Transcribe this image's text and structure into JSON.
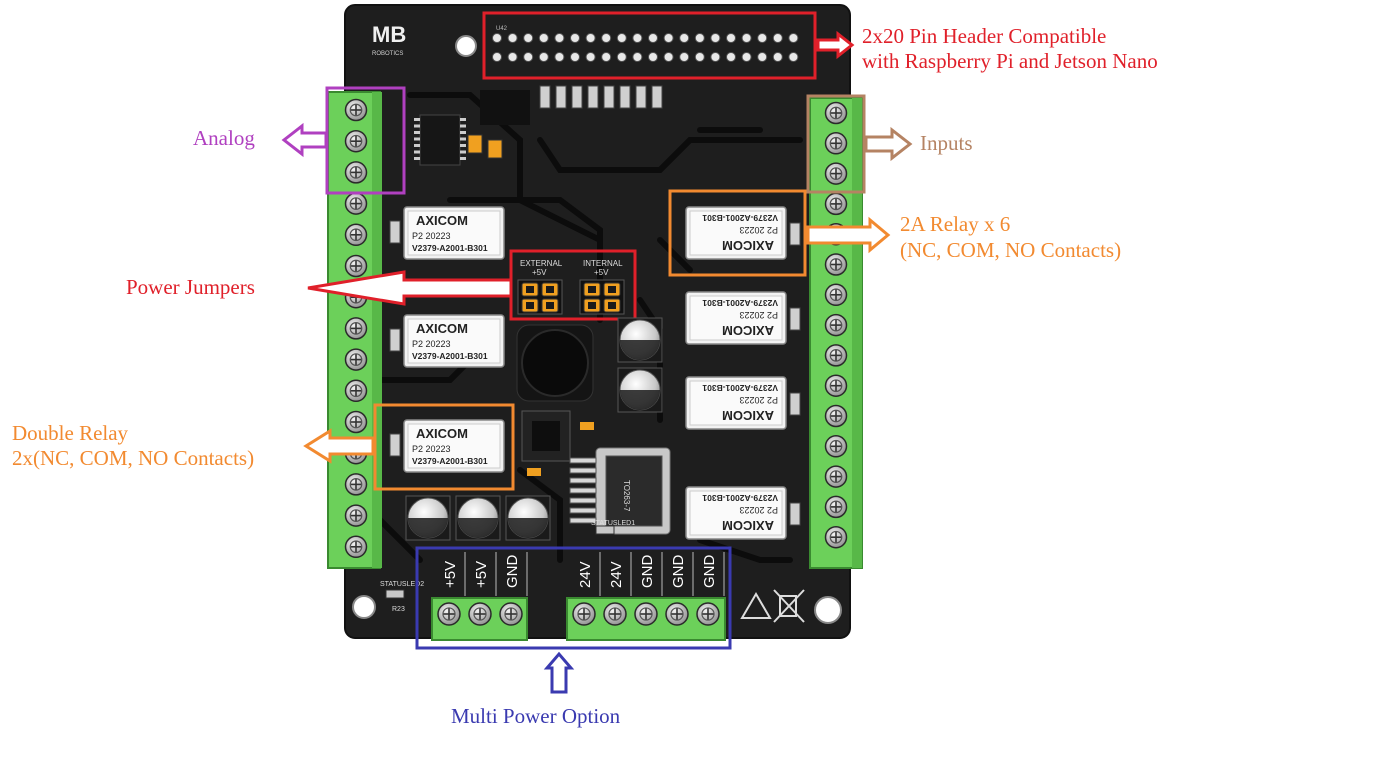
{
  "board": {
    "logo": "MB",
    "logo_sub": "ROBOTICS",
    "relay_brand": "AXICOM",
    "relay_date": "P2 20223",
    "relay_part": "V2379-A2001-B301",
    "jumper_external": "EXTERNAL",
    "jumper_internal": "INTERNAL",
    "jumper_voltage": "+5V",
    "regulator_label": "TO263-7",
    "status_led_1": "STATUSLED1",
    "status_led_2": "STATUSLED2",
    "r23": "R23",
    "header_ref": "U42",
    "power_left_terminals": [
      "+5V",
      "+5V",
      "GND"
    ],
    "power_right_terminals": [
      "24V",
      "24V",
      "GND",
      "GND",
      "GND"
    ],
    "left_terminal_count": 15,
    "right_terminal_count": 15
  },
  "callouts": {
    "pin_header_line1": "2x20 Pin Header Compatible",
    "pin_header_line2": "with Raspberry Pi and Jetson Nano",
    "analog": "Analog",
    "inputs": "Inputs",
    "relay6_line1": "2A Relay x 6",
    "relay6_line2": "(NC, COM, NO Contacts)",
    "power_jumpers": "Power Jumpers",
    "double_relay_line1": "Double Relay",
    "double_relay_line2": "2x(NC, COM, NO Contacts)",
    "multi_power": "Multi Power Option"
  },
  "colors": {
    "red": "#e0202a",
    "orange": "#f28a30",
    "purple": "#b040c0",
    "tan": "#b58363",
    "blue": "#3a3ab0",
    "pcb": "#1e1e1e",
    "terminal_green": "#6cd05a"
  }
}
